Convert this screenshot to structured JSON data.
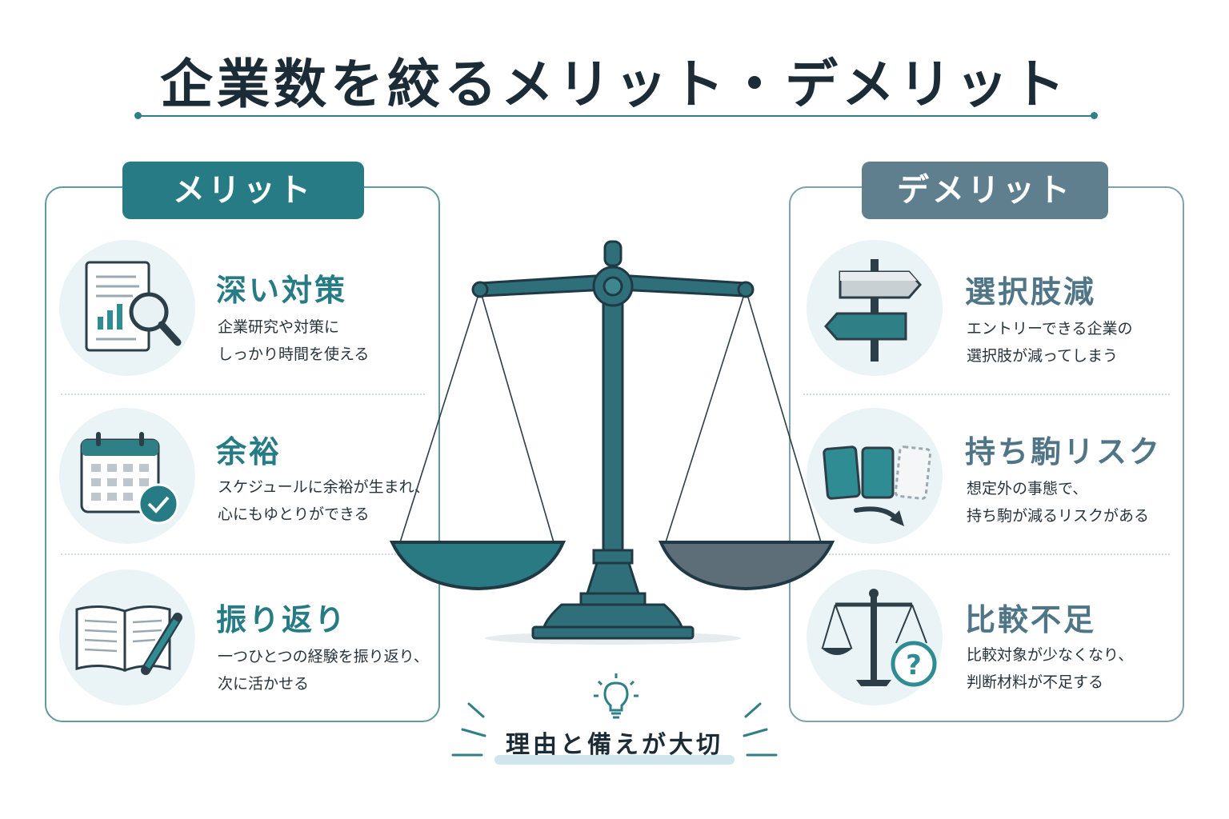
{
  "title": "企業数を絞るメリット・デメリット",
  "merit": {
    "label": "メリット",
    "items": [
      {
        "title": "深い対策",
        "lines": [
          "企業研究や対策に",
          "しっかり時間を使える"
        ],
        "icon": "report-magnifier-icon"
      },
      {
        "title": "余裕",
        "lines": [
          "スケジュールに余裕が生まれ、",
          "心にもゆとりができる"
        ],
        "icon": "calendar-check-icon"
      },
      {
        "title": "振り返り",
        "lines": [
          "一つひとつの経験を振り返り、",
          "次に活かせる"
        ],
        "icon": "notebook-pen-icon"
      }
    ]
  },
  "demerit": {
    "label": "デメリット",
    "items": [
      {
        "title": "選択肢減",
        "lines": [
          "エントリーできる企業の",
          "選択肢が減ってしまう"
        ],
        "icon": "signpost-icon"
      },
      {
        "title": "持ち駒リスク",
        "lines": [
          "想定外の事態で、",
          "持ち駒が減るリスクがある"
        ],
        "icon": "cards-arrow-icon"
      },
      {
        "title": "比較不足",
        "lines": [
          "比較対象が少なくなり、",
          "判断材料が不足する"
        ],
        "icon": "scale-question-icon"
      }
    ]
  },
  "footer": {
    "text": "理由と備えが大切",
    "icon": "lightbulb-icon"
  },
  "colors": {
    "teal": "#267b84",
    "slate": "#5f7f8f",
    "dark": "#1c2c36",
    "scale_body": "#2f6f7a",
    "pan_right": "#5e6e78"
  }
}
